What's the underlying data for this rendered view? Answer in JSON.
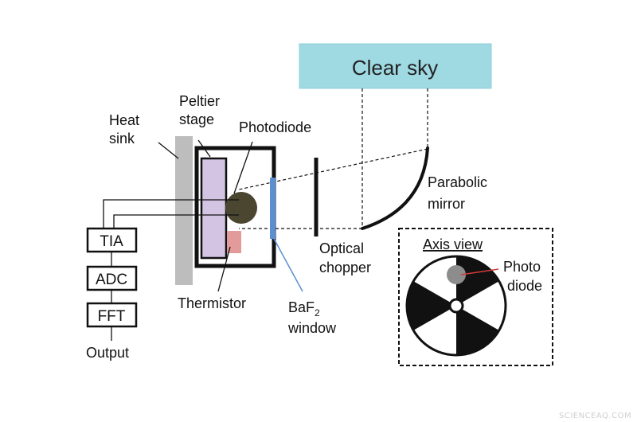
{
  "sky": {
    "label": "Clear sky",
    "color": "#9fd9e2"
  },
  "labels": {
    "heat_sink_1": "Heat",
    "heat_sink_2": "sink",
    "peltier_1": "Peltier",
    "peltier_2": "stage",
    "photodiode": "Photodiode",
    "thermistor": "Thermistor",
    "baf2_base": "BaF",
    "baf2_sub": "2",
    "baf2_window": "window",
    "chopper_1": "Optical",
    "chopper_2": "chopper",
    "mirror_1": "Parabolic",
    "mirror_2": "mirror",
    "axis_view": "Axis view",
    "photo_1": "Photo",
    "photo_2": "diode"
  },
  "signal_chain": {
    "tia": "TIA",
    "adc": "ADC",
    "fft": "FFT",
    "output": "Output"
  },
  "colors": {
    "heat_sink": "#bdbdbd",
    "peltier": "#d3c4e3",
    "photodiode": "#4a4630",
    "thermistor": "#e39a9a",
    "window": "#5b8fd1",
    "leader_red": "#d23b3b",
    "axis_photodiode": "#8c8c8c"
  },
  "watermark": "SCIENCEAQ.COM"
}
